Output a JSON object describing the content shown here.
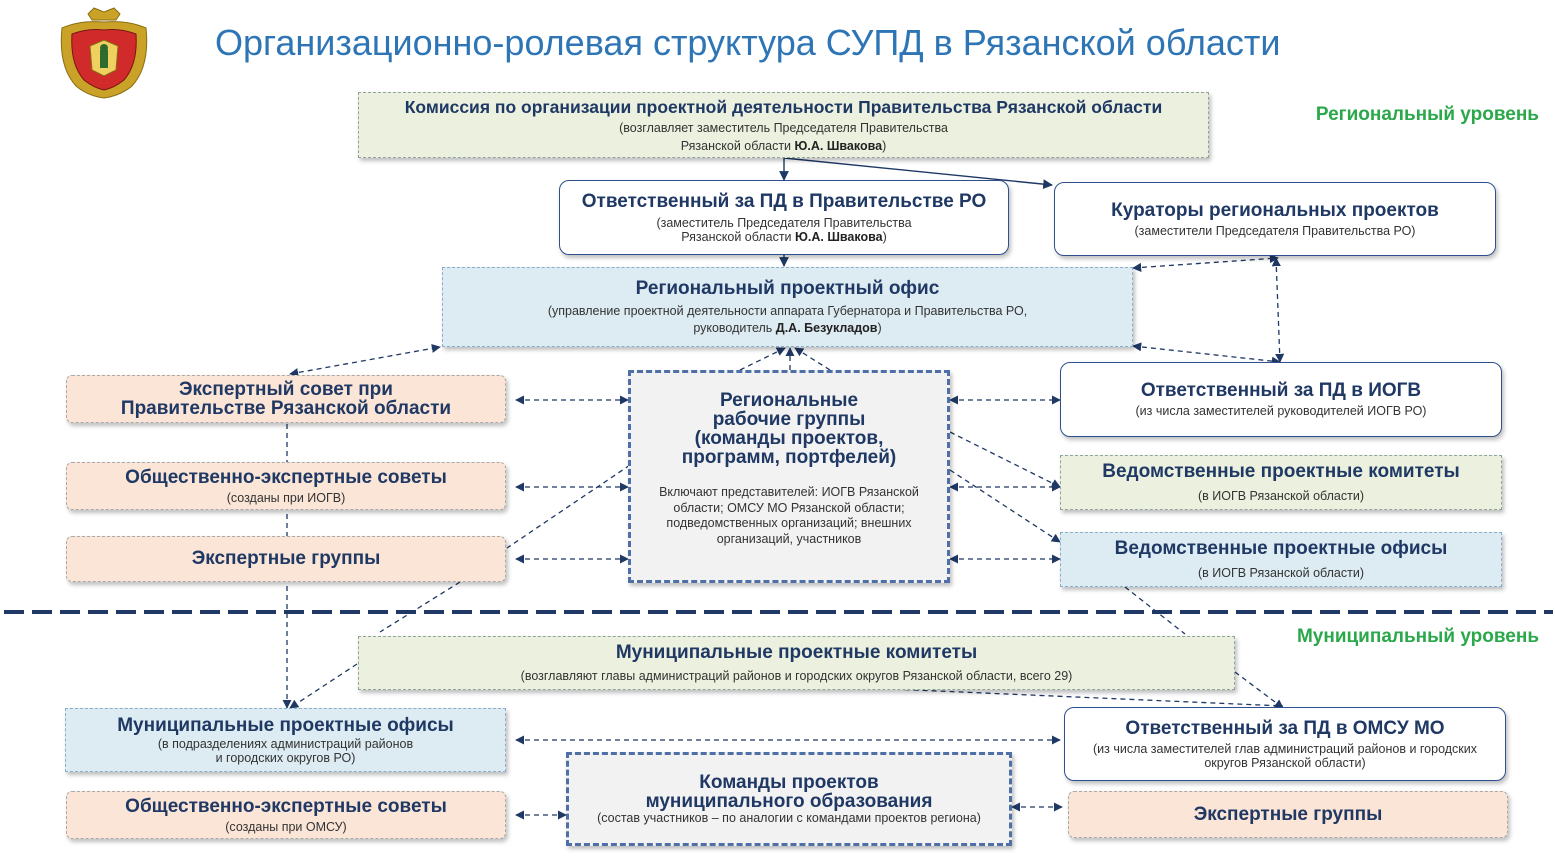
{
  "title": "Организационно-ролевая структура СУПД в Рязанской области",
  "levels": {
    "regional": "Региональный уровень",
    "municipal": "Муниципальный уровень"
  },
  "boxes": {
    "commission": {
      "title": "Комиссия по организации проектной деятельности Правительства Рязанской области",
      "sub1": "(возглавляет заместитель Председателя Правительства",
      "sub2": "Рязанской области ",
      "sub_bold": "Ю.А. Швакова",
      "sub_end": ")"
    },
    "responsible_gov": {
      "title": "Ответственный за ПД  в Правительстве РО",
      "sub1": "(заместитель Председателя Правительства",
      "sub2": "Рязанской области ",
      "sub_bold": "Ю.А. Швакова",
      "sub_end": ")"
    },
    "curators": {
      "title": "Кураторы региональных проектов",
      "sub": "(заместители Председателя Правительства РО)"
    },
    "regional_office": {
      "title": "Региональный проектный офис",
      "sub1": "(управление проектной деятельности аппарата Губернатора и Правительства РО,",
      "sub2": "руководитель  ",
      "sub_bold": "Д.А. Безукладов",
      "sub_end": ")"
    },
    "expert_council_gov": {
      "title": "Экспертный совет при Правительстве Рязанской области"
    },
    "public_expert_councils": {
      "title": "Общественно-экспертные советы",
      "sub": "(созданы при ИОГВ)"
    },
    "expert_groups": {
      "title": "Экспертные группы"
    },
    "working_groups": {
      "title1": "Региональные",
      "title2": "рабочие группы",
      "title3": "(команды проектов,",
      "title4": "программ, портфелей)",
      "sub": "Включают представителей: ИОГВ Рязанской области; ОМСУ МО Рязанской области; подведомственных организаций; внешних организаций, участников"
    },
    "responsible_iogv": {
      "title": "Ответственный за ПД в ИОГВ",
      "sub": "(из числа заместителей руководителей ИОГВ РО)"
    },
    "dept_committees": {
      "title": "Ведомственные проектные комитеты",
      "sub": "(в ИОГВ Рязанской области)"
    },
    "dept_offices": {
      "title": "Ведомственные проектные офисы",
      "sub": "(в ИОГВ Рязанской области)"
    },
    "muni_committees": {
      "title": "Муниципальные проектные комитеты",
      "sub": "(возглавляют главы администраций районов и городских округов Рязанской области, всего 29)"
    },
    "muni_offices": {
      "title": "Муниципальные проектные офисы",
      "sub1": "(в подразделениях администраций районов",
      "sub2": "и городских округов РО)"
    },
    "responsible_omsu": {
      "title": "Ответственный за ПД в ОМСУ МО",
      "sub": "(из числа заместителей глав администраций районов и городских округов Рязанской области)"
    },
    "muni_teams": {
      "title1": "Команды проектов",
      "title2": "муниципального образования",
      "sub": "(состав участников – по аналогии с командами проектов региона)"
    },
    "public_expert_councils_omsu": {
      "title": "Общественно-экспертные советы",
      "sub": "(созданы при ОМСУ)"
    },
    "expert_groups_muni": {
      "title": "Экспертные группы"
    }
  },
  "colors": {
    "title": "#2e75b6",
    "level": "#2aa84a",
    "box_text": "#1f3864",
    "connector": "#1f3864"
  }
}
